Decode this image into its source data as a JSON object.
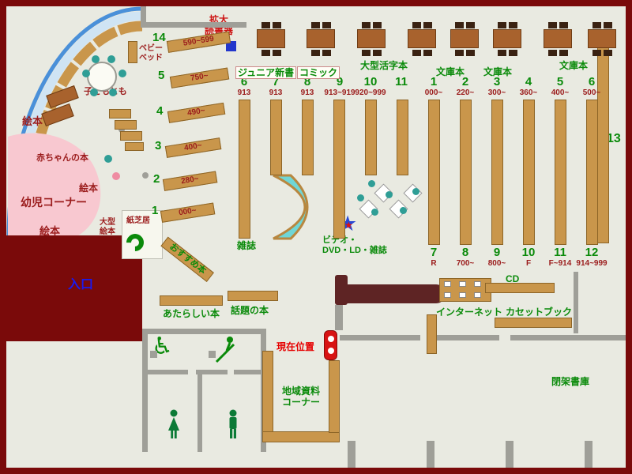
{
  "icons": {
    "star": "★",
    "wheelchair": "♿"
  },
  "entrance_area": {
    "label": "入口"
  },
  "children_area": {
    "picture_books_top": "絵本",
    "baby_books": "赤ちゃんの本",
    "picture_books_mid": "絵本",
    "infant_corner": "幼児コーナー",
    "picture_books_bottom": "絵本",
    "large_picture_books": "大型\n絵本",
    "kamishibai": "紙芝居",
    "kids_table_label": "子どもとも",
    "baby_bed": "ベビー\nベッド"
  },
  "labels": {
    "magnifier": "拡大\n読書器",
    "recommended": "おすすめ本",
    "magazines": "雑誌",
    "av_corner": "ビデオ・\nDVD・LD・雑誌",
    "new_books": "あたらしい本",
    "topic_books": "話題の本",
    "current_location": "現在位置",
    "local_materials": "地域資料\nコーナー",
    "internet": "インターネット",
    "cd": "CD",
    "cassette_books": "カセットブック",
    "closed_stacks": "閉架書庫",
    "right_wall_shelf_number": "13"
  },
  "section_headers": [
    {
      "label": "ジュニア新書"
    },
    {
      "label": "コミック"
    },
    {
      "label": "大型活字本"
    },
    {
      "label": "文庫本"
    },
    {
      "label": "文庫本"
    },
    {
      "label": "文庫本"
    }
  ],
  "fan_shelves": [
    {
      "num": "14",
      "range": "590~599"
    },
    {
      "num": "5",
      "range": "750~"
    },
    {
      "num": "4",
      "range": "490~"
    },
    {
      "num": "3",
      "range": "400~"
    },
    {
      "num": "2",
      "range": "280~"
    },
    {
      "num": "1",
      "range": "000~"
    }
  ],
  "top_shelf_numbers": [
    {
      "num": "6",
      "range": "913"
    },
    {
      "num": "7",
      "range": "913"
    },
    {
      "num": "8",
      "range": "913"
    },
    {
      "num": "9",
      "range": "913~919"
    },
    {
      "num": "10",
      "range": "920~999"
    },
    {
      "num": "11",
      "range": ""
    },
    {
      "num": "1",
      "range": "000~"
    },
    {
      "num": "2",
      "range": "220~"
    },
    {
      "num": "3",
      "range": "300~"
    },
    {
      "num": "4",
      "range": "360~"
    },
    {
      "num": "5",
      "range": "400~"
    },
    {
      "num": "6",
      "range": "500~"
    }
  ],
  "bottom_shelf_numbers": [
    {
      "num": "7",
      "range": "R"
    },
    {
      "num": "8",
      "range": "700~"
    },
    {
      "num": "9",
      "range": "800~"
    },
    {
      "num": "10",
      "range": "F"
    },
    {
      "num": "11",
      "range": "F~914"
    },
    {
      "num": "12",
      "range": "914~999"
    }
  ]
}
